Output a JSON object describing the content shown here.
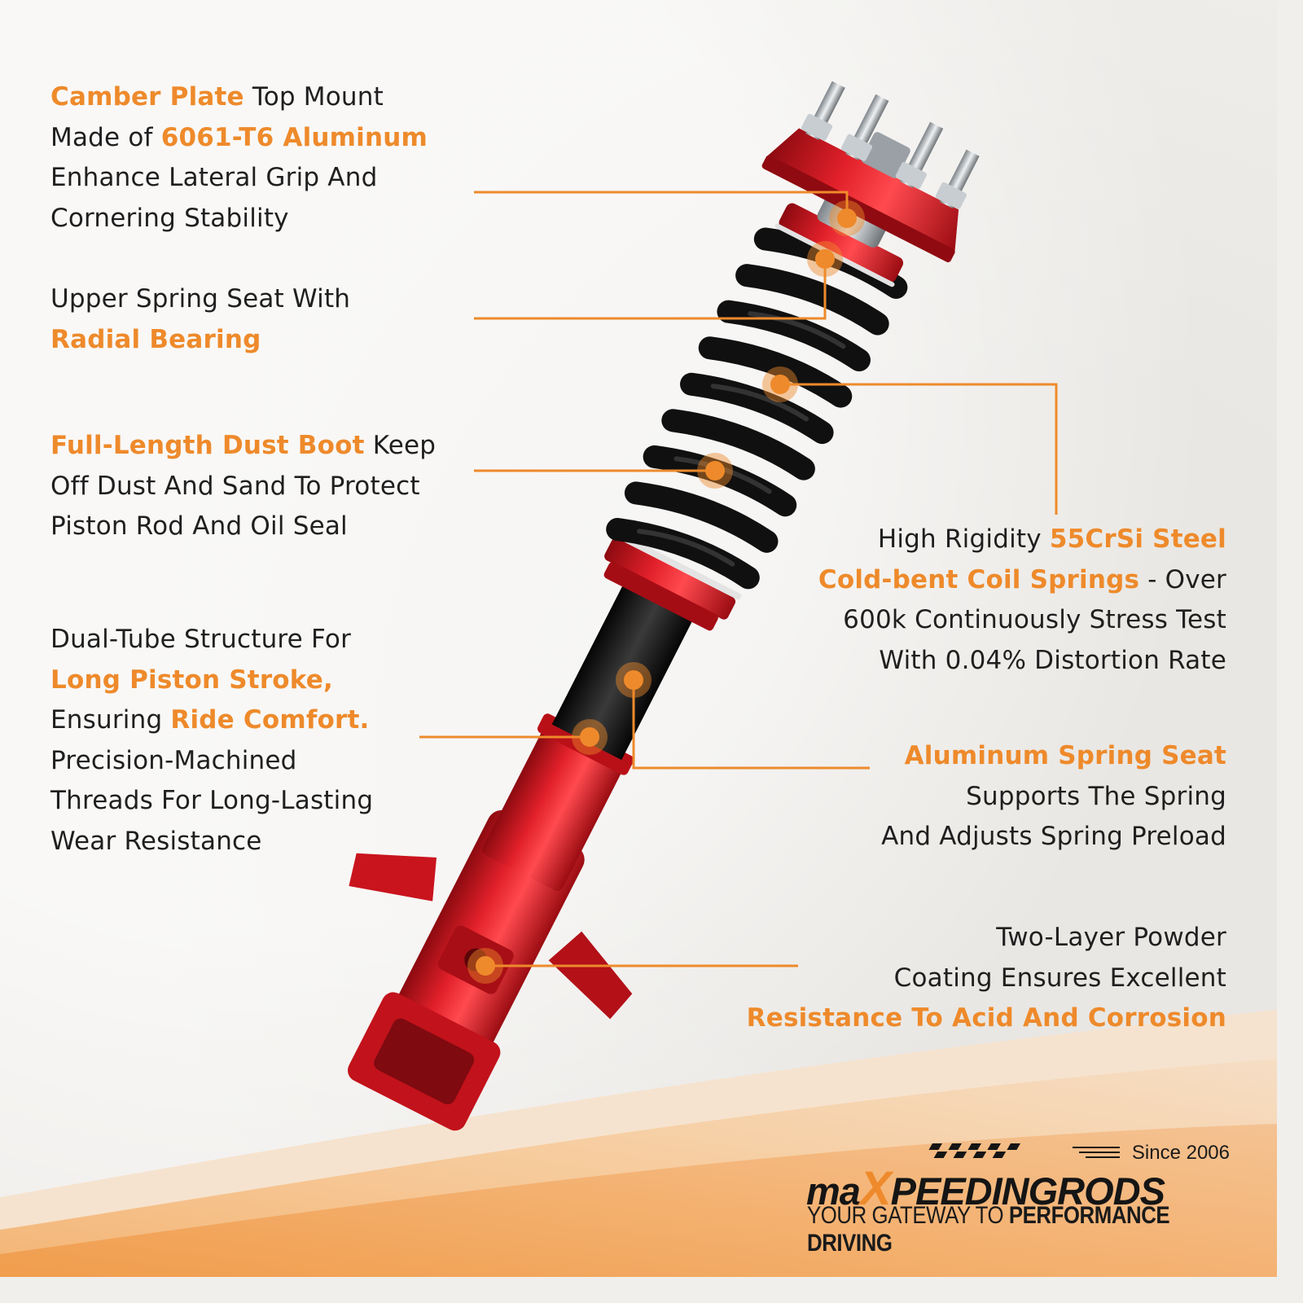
{
  "features": [
    {
      "id": "camber-plate",
      "lines": [
        [
          {
            "t": "Camber Plate",
            "h": true
          },
          {
            "t": " Top Mount",
            "h": false
          }
        ],
        [
          {
            "t": "Made of ",
            "h": false
          },
          {
            "t": "6061-T6 Aluminum",
            "h": true
          }
        ],
        [
          {
            "t": "Enhance Lateral Grip And",
            "h": false
          }
        ],
        [
          {
            "t": "Cornering Stability",
            "h": false
          }
        ]
      ]
    },
    {
      "id": "upper-spring-seat",
      "lines": [
        [
          {
            "t": "Upper Spring Seat With",
            "h": false
          }
        ],
        [
          {
            "t": "Radial Bearing",
            "h": true
          }
        ]
      ]
    },
    {
      "id": "dust-boot",
      "lines": [
        [
          {
            "t": "Full-Length Dust Boot",
            "h": true
          },
          {
            "t": " Keep",
            "h": false
          }
        ],
        [
          {
            "t": "Off Dust And Sand To Protect",
            "h": false
          }
        ],
        [
          {
            "t": "Piston Rod And Oil Seal",
            "h": false
          }
        ]
      ]
    },
    {
      "id": "dual-tube",
      "lines": [
        [
          {
            "t": "Dual-Tube Structure For",
            "h": false
          }
        ],
        [
          {
            "t": "Long Piston Stroke,",
            "h": true
          }
        ],
        [
          {
            "t": "Ensuring ",
            "h": false
          },
          {
            "t": "Ride Comfort.",
            "h": true
          }
        ],
        [
          {
            "t": "Precision-Machined",
            "h": false
          }
        ],
        [
          {
            "t": "Threads For Long-Lasting",
            "h": false
          }
        ],
        [
          {
            "t": "Wear Resistance",
            "h": false
          }
        ]
      ]
    },
    {
      "id": "coil-springs",
      "lines": [
        [
          {
            "t": "High Rigidity ",
            "h": false
          },
          {
            "t": "55CrSi Steel",
            "h": true
          }
        ],
        [
          {
            "t": "Cold-bent Coil Springs",
            "h": true
          },
          {
            "t": " - Over",
            "h": false
          }
        ],
        [
          {
            "t": "600k Continuously Stress Test",
            "h": false
          }
        ],
        [
          {
            "t": "With 0.04% Distortion Rate",
            "h": false
          }
        ]
      ]
    },
    {
      "id": "aluminum-spring-seat",
      "lines": [
        [
          {
            "t": "Aluminum Spring Seat",
            "h": true
          }
        ],
        [
          {
            "t": "Supports The Spring",
            "h": false
          }
        ],
        [
          {
            "t": "And Adjusts Spring Preload",
            "h": false
          }
        ]
      ]
    },
    {
      "id": "powder-coating",
      "lines": [
        [
          {
            "t": "Two-Layer Powder",
            "h": false
          }
        ],
        [
          {
            "t": "Coating Ensures Excellent",
            "h": false
          }
        ],
        [
          {
            "t": "Resistance To Acid And Corrosion",
            "h": true
          }
        ]
      ]
    }
  ],
  "brand": {
    "since": "Since 2006",
    "wordmark_pre": "ma",
    "wordmark_x": "X",
    "wordmark_post": "PEEDINGRODS",
    "tagline_plain": "YOUR GATEWAY TO ",
    "tagline_bold": "PERFORMANCE DRIVING"
  },
  "colors": {
    "accent": "#ee8a2b",
    "text": "#1f1f1f",
    "strut_red": "#d9151f",
    "spring_black": "#141414"
  }
}
